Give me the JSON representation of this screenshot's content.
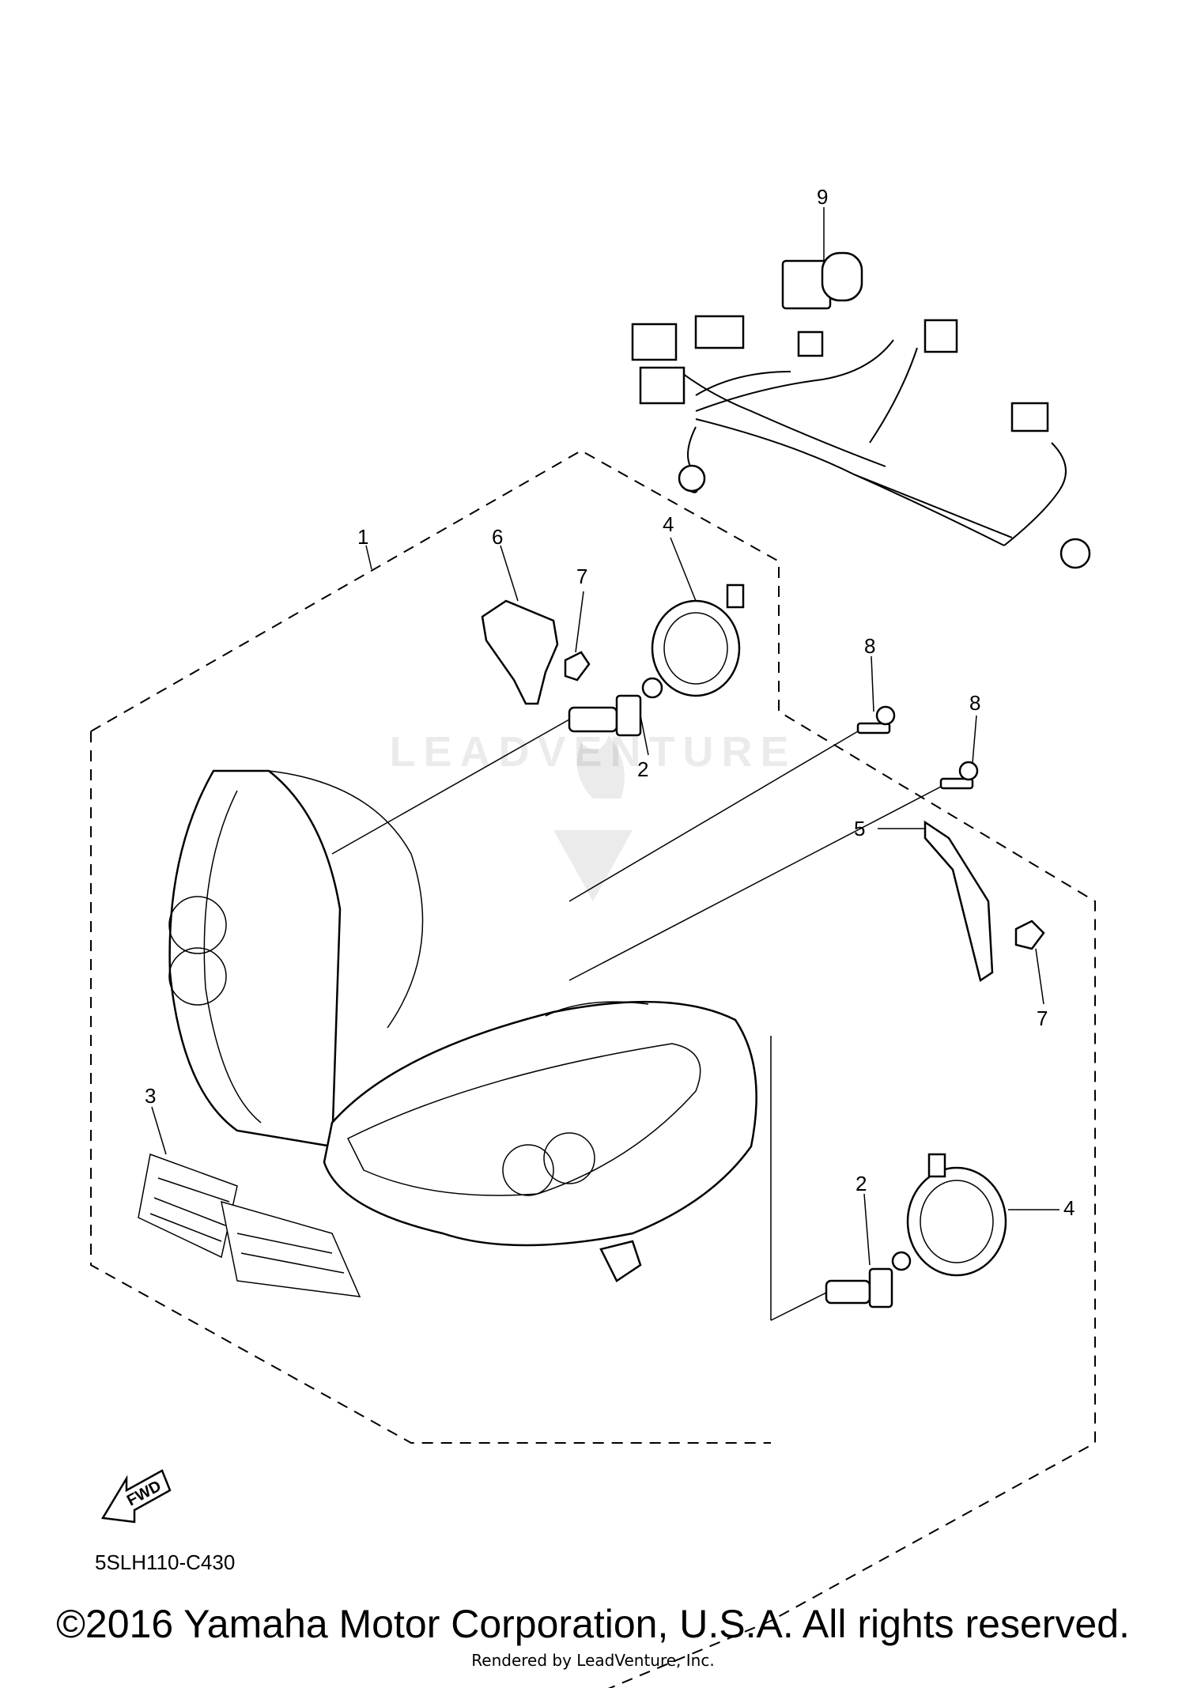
{
  "diagram": {
    "diagram_code": "5SLH110-C430",
    "fwd_label": "FWD",
    "callouts": {
      "c1": "1",
      "c2a": "2",
      "c2b": "2",
      "c3": "3",
      "c4a": "4",
      "c4b": "4",
      "c5": "5",
      "c6": "6",
      "c7a": "7",
      "c7b": "7",
      "c8a": "8",
      "c8b": "8",
      "c9": "9"
    }
  },
  "footer": {
    "copyright": "©2016 Yamaha Motor Corporation, U.S.A. All rights reserved.",
    "rendered_by": "Rendered by LeadVenture, Inc."
  },
  "watermark": {
    "text": "LEADVENTURE"
  }
}
